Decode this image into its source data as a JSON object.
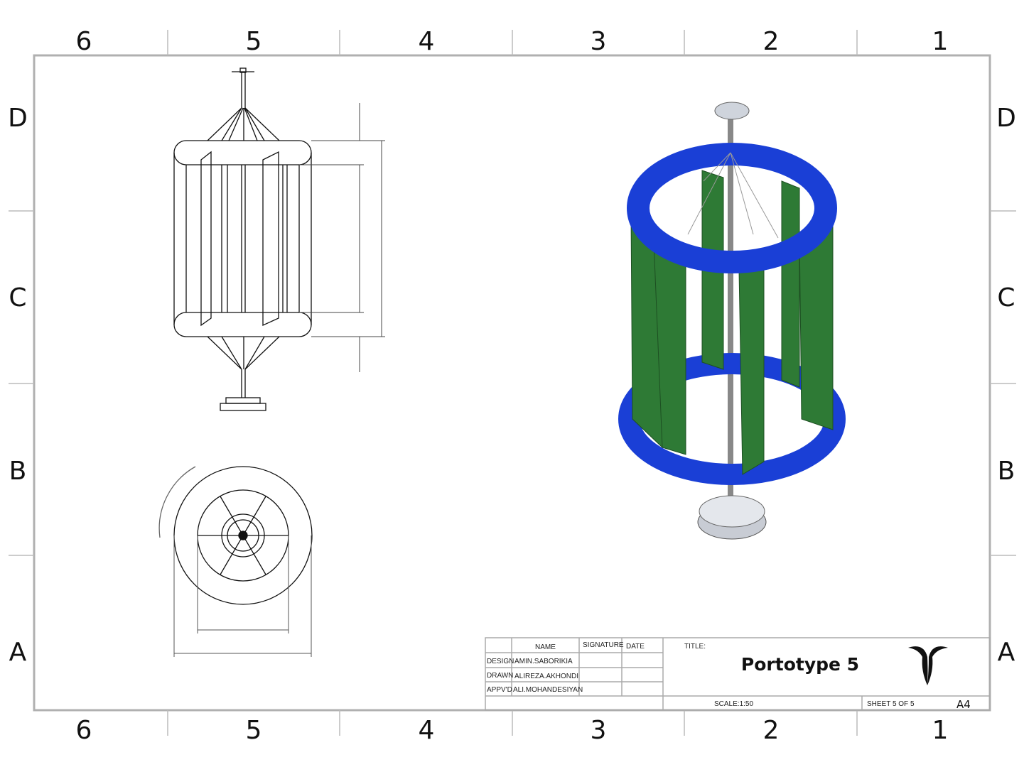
{
  "zones": {
    "columns": [
      "6",
      "5",
      "4",
      "3",
      "2",
      "1"
    ],
    "rows": [
      "D",
      "C",
      "B",
      "A"
    ]
  },
  "title_block": {
    "headers": {
      "name": "NAME",
      "signature": "SIGNATURE",
      "date": "DATE"
    },
    "rows": [
      {
        "role": "DESIGN",
        "name": "AMIN.SABORIKIA"
      },
      {
        "role": "DRAWN",
        "name": "ALIREZA.AKHONDI"
      },
      {
        "role": "APPV'D",
        "name": "ALI.MOHANDESIYAN"
      }
    ],
    "title_label": "TITLE:",
    "title": "Portotype 5",
    "scale": "SCALE:1:50",
    "sheet": "SHEET 5 OF 5",
    "size": "A4"
  },
  "colors": {
    "ring": "#1a3fd6",
    "blade": "#2e7a35",
    "line": "#111111",
    "frame": "#b0b0b0"
  }
}
